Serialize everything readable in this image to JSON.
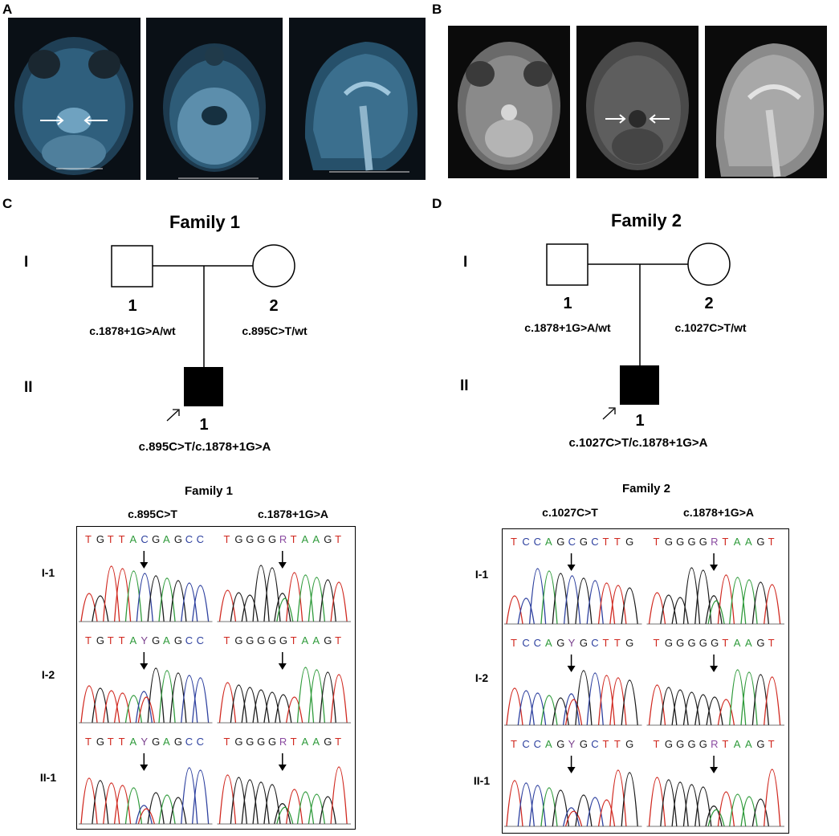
{
  "panels": {
    "A": {
      "label": "A"
    },
    "B": {
      "label": "B"
    },
    "C": {
      "label": "C",
      "family_title": "Family 1",
      "generation_I": "I",
      "generation_II": "II",
      "father": {
        "number": "1",
        "genotype": "c.1878+1G>A/wt"
      },
      "mother": {
        "number": "2",
        "genotype": "c.895C>T/wt"
      },
      "proband": {
        "number": "1",
        "genotype": "c.895C>T/c.1878+1G>A"
      }
    },
    "D": {
      "label": "D",
      "family_title": "Family 2",
      "generation_I": "I",
      "generation_II": "II",
      "father": {
        "number": "1",
        "genotype": "c.1878+1G>A/wt"
      },
      "mother": {
        "number": "2",
        "genotype": "c.1027C>T/wt"
      },
      "proband": {
        "number": "1",
        "genotype": "c.1027C>T/c.1878+1G>A"
      }
    }
  },
  "chromatograms": {
    "family1": {
      "title": "Family 1",
      "mutation_left": "c.895C>T",
      "mutation_right": "c.1878+1G>A",
      "rows": [
        {
          "label": "I-1",
          "left": "TGTTACGAGCC",
          "right": "TGGGGRTAAGT"
        },
        {
          "label": "I-2",
          "left": "TGTTAYGAGCC",
          "right": "TGGGGGTAAGT"
        },
        {
          "label": "II-1",
          "left": "TGTTAYGAGCC",
          "right": "TGGGGRTAAGT"
        }
      ]
    },
    "family2": {
      "title": "Family 2",
      "mutation_left": "c.1027C>T",
      "mutation_right": "c.1878+1G>A",
      "rows": [
        {
          "label": "I-1",
          "left": "TCCAGCGCTTG",
          "right": "TGGGGRTAAGT"
        },
        {
          "label": "I-2",
          "left": "TCCAGYGCTTG",
          "right": "TGGGGGTAAGT"
        },
        {
          "label": "II-1",
          "left": "TCCAGYGCTTG",
          "right": "TGGGGRTAAGT"
        }
      ]
    }
  },
  "base_colors": {
    "A": "#2e9a3a",
    "C": "#2c3f9e",
    "G": "#1a1a1a",
    "T": "#d0281f",
    "Y": "#7a3f8c",
    "R": "#8a4aa0"
  }
}
